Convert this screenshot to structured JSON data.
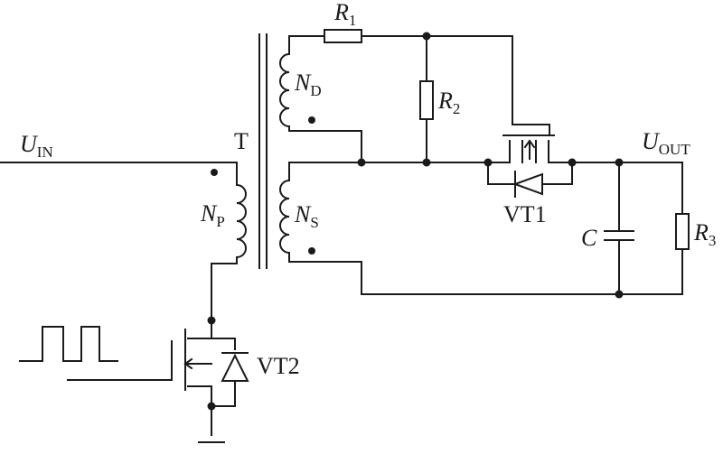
{
  "labels": {
    "uin": "U",
    "uin_sub": "IN",
    "transformer": "T",
    "np": "N",
    "np_sub": "P",
    "nd": "N",
    "nd_sub": "D",
    "ns": "N",
    "ns_sub": "S",
    "r1": "R",
    "r1_sub": "1",
    "r2": "R",
    "r2_sub": "2",
    "r3": "R",
    "r3_sub": "3",
    "c": "C",
    "vt1": "VT1",
    "vt2": "VT2",
    "uout": "U",
    "uout_sub": "OUT"
  }
}
